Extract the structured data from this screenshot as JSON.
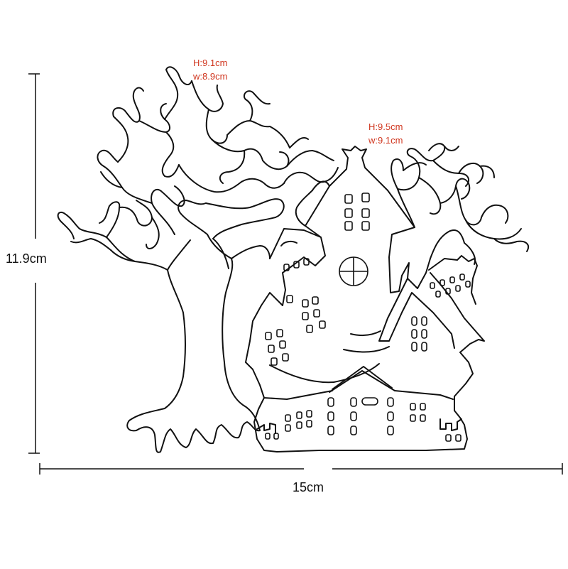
{
  "dimensions": {
    "height_label": "11.9cm",
    "width_label": "15cm"
  },
  "tree_label": {
    "height": "H:9.1cm",
    "width": "w:8.9cm"
  },
  "house_label": {
    "height": "H:9.5cm",
    "width": "w:9.1cm"
  },
  "colors": {
    "annotation": "#d0361f",
    "line": "#111111"
  }
}
